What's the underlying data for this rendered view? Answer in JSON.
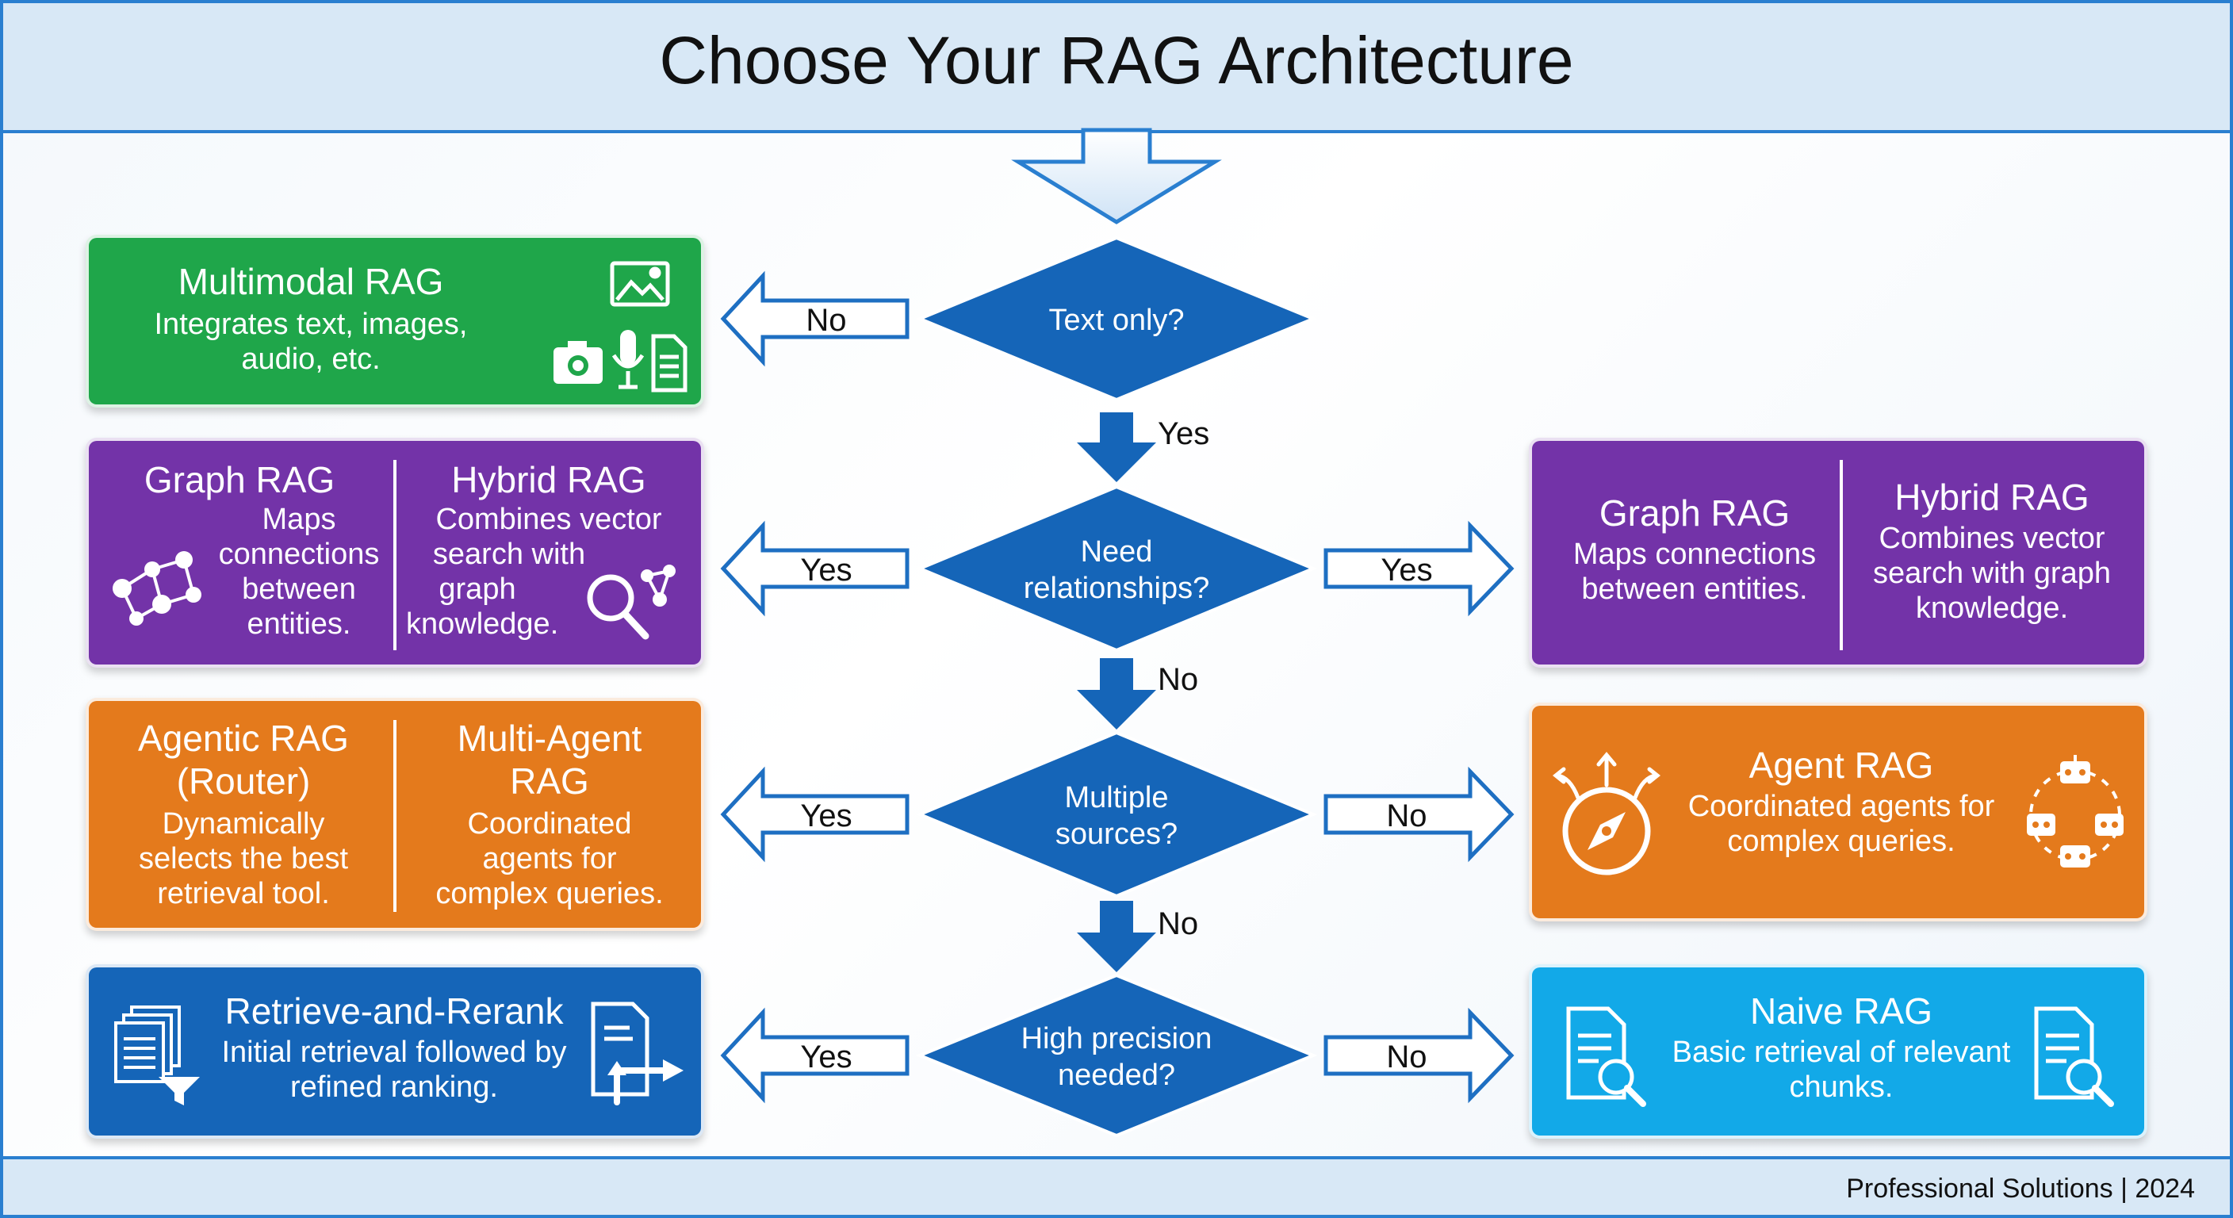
{
  "title": "Choose Your RAG Architecture",
  "footer": "Professional Solutions | 2024",
  "decisions": {
    "text_only": "Text only?",
    "relationships": [
      "Need",
      "relationships?"
    ],
    "multiple_sources": [
      "Multiple",
      "sources?"
    ],
    "high_precision": [
      "High precision",
      "needed?"
    ]
  },
  "edges": {
    "text_only_left": "No",
    "text_only_down": "Yes",
    "relationships_left": "Yes",
    "relationships_right": "Yes",
    "relationships_down": "No",
    "sources_left": "Yes",
    "sources_right": "No",
    "sources_down": "No",
    "precision_left": "Yes",
    "precision_right": "No"
  },
  "cards": {
    "multimodal": {
      "title": "Multimodal RAG",
      "desc": [
        "Integrates text, images,",
        "audio, etc."
      ]
    },
    "graph_left": {
      "title": "Graph RAG",
      "desc": [
        "Maps",
        "connections",
        "between",
        "entities."
      ]
    },
    "hybrid_left": {
      "title": "Hybrid RAG",
      "desc": [
        "Combines vector",
        "search with",
        "graph",
        "knowledge."
      ]
    },
    "graph_right": {
      "title": "Graph RAG",
      "desc": [
        "Maps connections",
        "between entities."
      ]
    },
    "hybrid_right": {
      "title": "Hybrid RAG",
      "desc": [
        "Combines vector",
        "search with graph",
        "knowledge."
      ]
    },
    "agentic_router": {
      "title": [
        "Agentic RAG",
        "(Router)"
      ],
      "desc": [
        "Dynamically",
        "selects the best",
        "retrieval tool."
      ]
    },
    "multi_agent": {
      "title": [
        "Multi-Agent",
        "RAG"
      ],
      "desc": [
        "Coordinated",
        "agents for",
        "complex queries."
      ]
    },
    "agent_rag": {
      "title": "Agent RAG",
      "desc": [
        "Coordinated agents for",
        "complex queries."
      ]
    },
    "retrieve_rerank": {
      "title": "Retrieve-and-Rerank",
      "desc": [
        "Initial retrieval followed by",
        "refined ranking."
      ]
    },
    "naive_rag": {
      "title": "Naive RAG",
      "desc": [
        "Basic retrieval of relevant",
        "chunks."
      ]
    }
  },
  "colors": {
    "frame": "#2a7fd0",
    "header_bg": "#d8e8f6",
    "diamond": "#1565b8",
    "multimodal": "#1fa64a",
    "graph_hybrid": "#7333a8",
    "agentic": "#e47a1c",
    "retrieve_rerank": "#1565b8",
    "naive": "#12a9e8"
  },
  "icons": [
    "image-icon",
    "camera-icon",
    "microphone-icon",
    "document-icon",
    "network-graph-icon",
    "magnifier-network-icon",
    "compass-icon",
    "robot-agents-icon",
    "documents-filter-icon",
    "rerank-document-icon",
    "document-search-icon"
  ]
}
